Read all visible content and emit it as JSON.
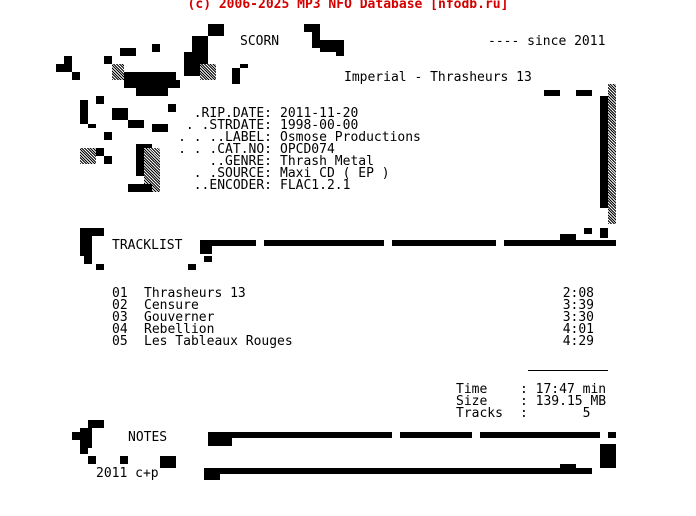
{
  "header": "(c) 2006-2025 MP3 NFO Database [nfodb.ru]",
  "group": "SCORN",
  "since": "---- since 2011",
  "release": "Imperial - Thrasheurs 13",
  "info": [
    {
      "label": ".RIP.DATE:",
      "value": "2011-11-20"
    },
    {
      "label": ". .STRDATE:",
      "value": "1998-00-00"
    },
    {
      "label": ". . ..LABEL:",
      "value": "Osmose Productions"
    },
    {
      "label": ". . .CAT.NO:",
      "value": "OPCD074"
    },
    {
      "label": "..GENRE:",
      "value": "Thrash Metal"
    },
    {
      "label": ". .SOURCE:",
      "value": "Maxi CD ( EP )"
    },
    {
      "label": "..ENCODER:",
      "value": "FLAC1.2.1"
    }
  ],
  "tracklist_title": "TRACKLIST",
  "tracks": [
    {
      "num": "01",
      "title": "Thrasheurs 13",
      "time": "2:08"
    },
    {
      "num": "02",
      "title": "Censure",
      "time": "3:39"
    },
    {
      "num": "03",
      "title": "Gouverner",
      "time": "3:30"
    },
    {
      "num": "04",
      "title": "Rebellion",
      "time": "4:01"
    },
    {
      "num": "05",
      "title": "Les Tableaux Rouges",
      "time": "4:29"
    }
  ],
  "totals": [
    {
      "label": "Time  ",
      "value": ": 17:47 min"
    },
    {
      "label": "Size  ",
      "value": ": 139.15 MB"
    },
    {
      "label": "Tracks",
      "value": ":       5"
    }
  ],
  "notes_title": "NOTES",
  "notes_text": "2011 c+p"
}
